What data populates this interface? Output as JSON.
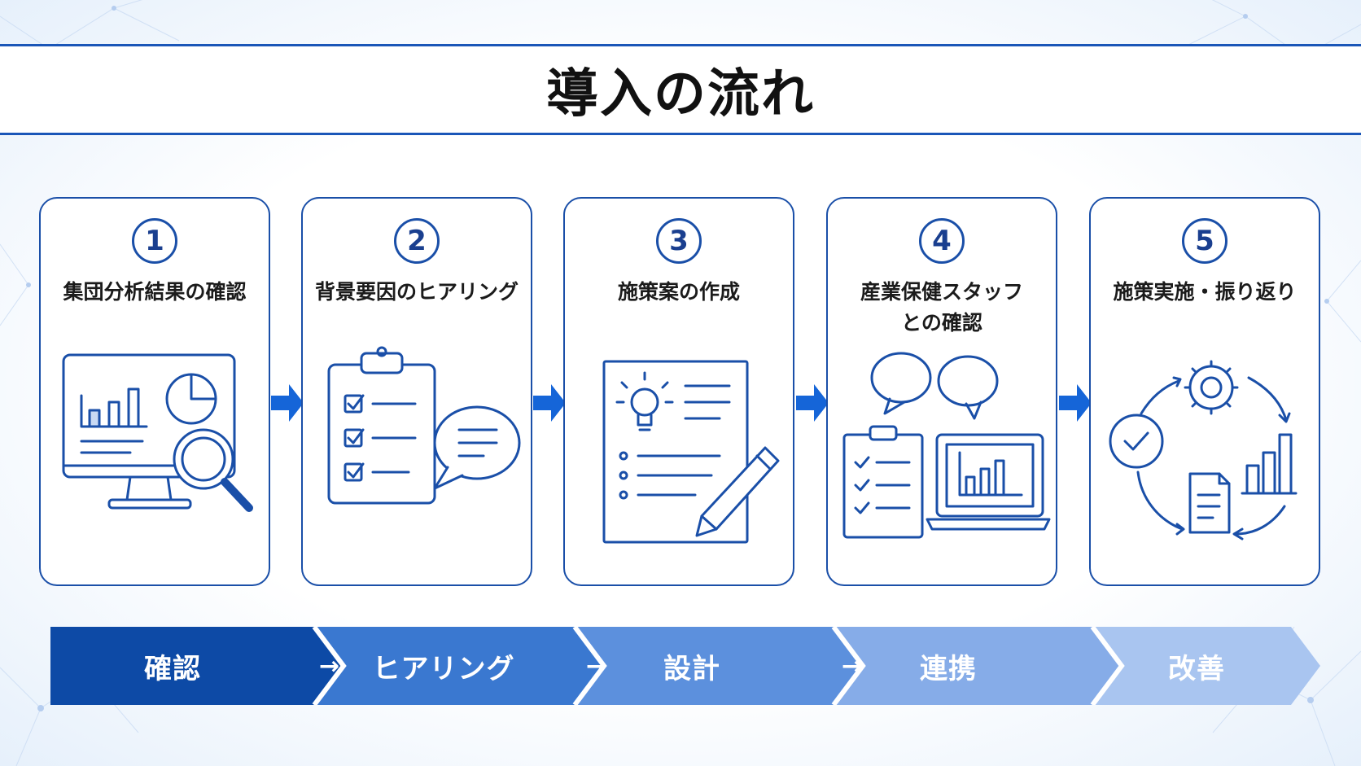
{
  "title": "導入の流れ",
  "colors": {
    "primary": "#1a4fa8",
    "phase_1": "#0d4aa6",
    "phase_2": "#3a78d0",
    "phase_3": "#5c90dd",
    "phase_4": "#86ace8",
    "phase_5": "#a9c5f0"
  },
  "steps": [
    {
      "number": "1",
      "label": "集団分析結果の確認",
      "icon": "monitor-chart-magnifier-icon"
    },
    {
      "number": "2",
      "label": "背景要因のヒアリング",
      "icon": "clipboard-speech-icon"
    },
    {
      "number": "3",
      "label": "施策案の作成",
      "icon": "document-lightbulb-pencil-icon"
    },
    {
      "number": "4",
      "label_line1": "産業保健スタッフ",
      "label_line2": "との確認",
      "icon": "chat-clipboard-laptop-icon"
    },
    {
      "number": "5",
      "label": "施策実施・振り返り",
      "icon": "cycle-gear-check-chart-icon"
    }
  ],
  "phases": [
    {
      "label": "確認"
    },
    {
      "label": "ヒアリング"
    },
    {
      "label": "設計"
    },
    {
      "label": "連携"
    },
    {
      "label": "改善"
    }
  ],
  "phase_separator": "→"
}
